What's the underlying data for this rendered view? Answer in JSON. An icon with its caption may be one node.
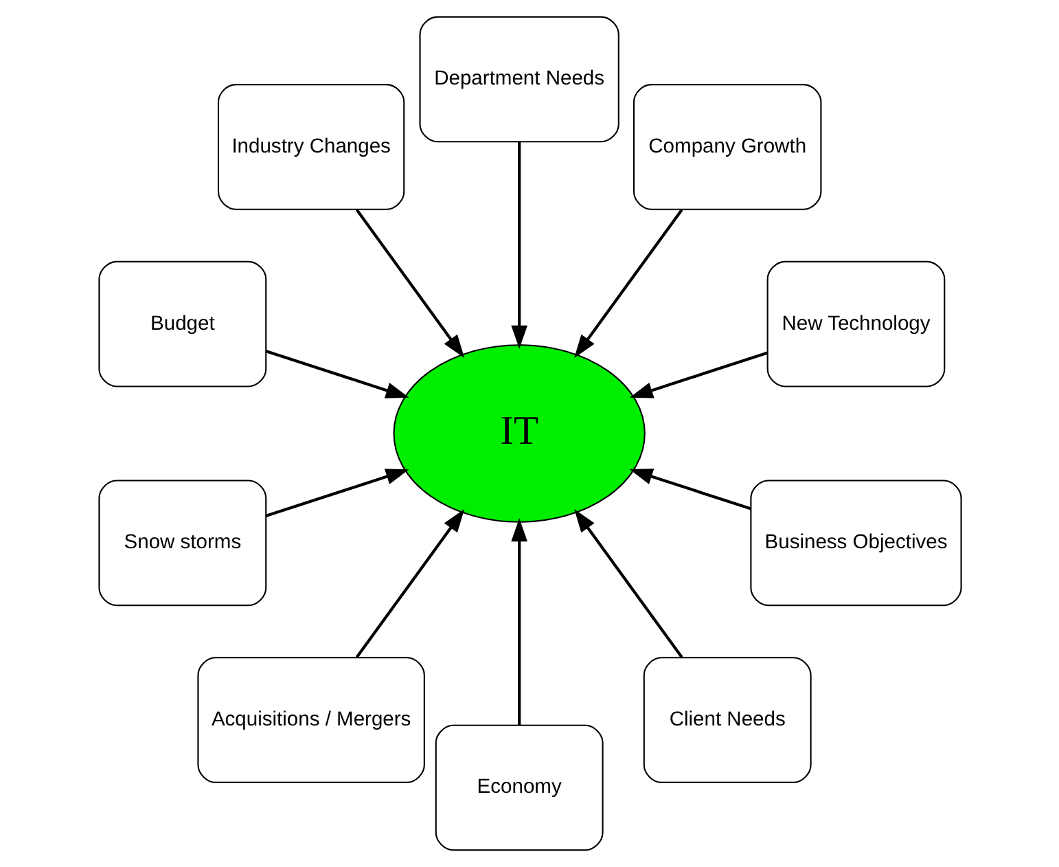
{
  "diagram": {
    "nodes": [
      {
        "text": [
          "Business Objectives"
        ]
      },
      {
        "text": [
          "New Technology"
        ]
      },
      {
        "text": [
          "Company Growth"
        ]
      },
      {
        "text": [
          "Client Needs"
        ]
      },
      {
        "text": [
          "IT"
        ]
      },
      {
        "text": [
          "Department Needs"
        ]
      },
      {
        "text": [
          "Economy"
        ]
      },
      {
        "text": [
          "Industry Changes"
        ]
      },
      {
        "text": [
          "Acquisitions / Mergers"
        ]
      },
      {
        "text": [
          "Snow storms"
        ]
      },
      {
        "text": [
          "Budget"
        ]
      }
    ],
    "edges": [
      {
        "from": 0,
        "to": 4,
        "arrow": "to"
      },
      {
        "from": 1,
        "to": 4,
        "arrow": "to"
      },
      {
        "from": 2,
        "to": 4,
        "arrow": "to"
      },
      {
        "from": 5,
        "to": 4,
        "arrow": "to"
      },
      {
        "from": 7,
        "to": 4,
        "arrow": "to"
      },
      {
        "from": 10,
        "to": 4,
        "arrow": "to"
      },
      {
        "from": 9,
        "to": 4,
        "arrow": "to"
      },
      {
        "from": 8,
        "to": 4,
        "arrow": "to"
      },
      {
        "from": 6,
        "to": 4,
        "arrow": "to"
      },
      {
        "from": 3,
        "to": 4,
        "arrow": "to"
      }
    ]
  }
}
